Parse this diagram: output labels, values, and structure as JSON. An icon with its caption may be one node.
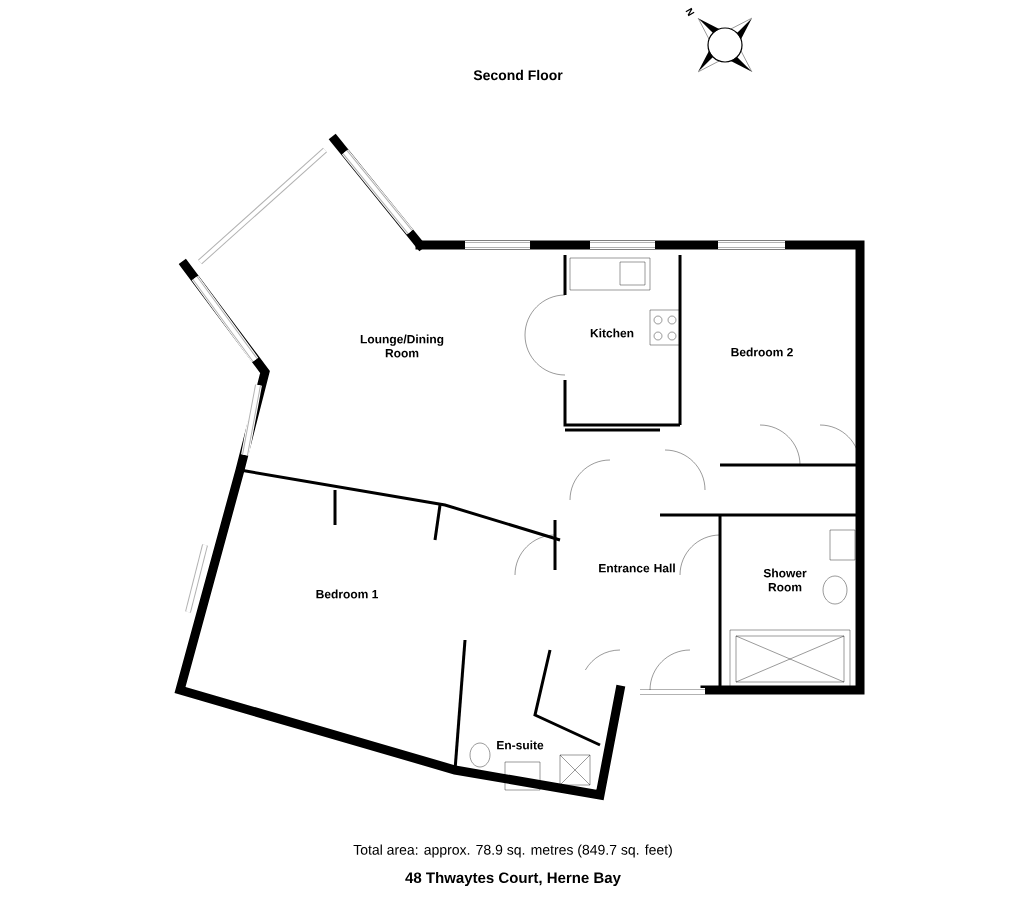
{
  "diagram": {
    "title": "Second Floor",
    "labels": [
      "N",
      "Lounge/Dining Room",
      "Kitchen",
      "Bedroom 2",
      "Entrance Hall",
      "Shower Room",
      "Bedroom 1",
      "En-suite",
      "Total area: approx. 78.9 sq. metres (849.7 sq. feet)",
      "48 Thwaytes Court, Herne Bay"
    ]
  }
}
